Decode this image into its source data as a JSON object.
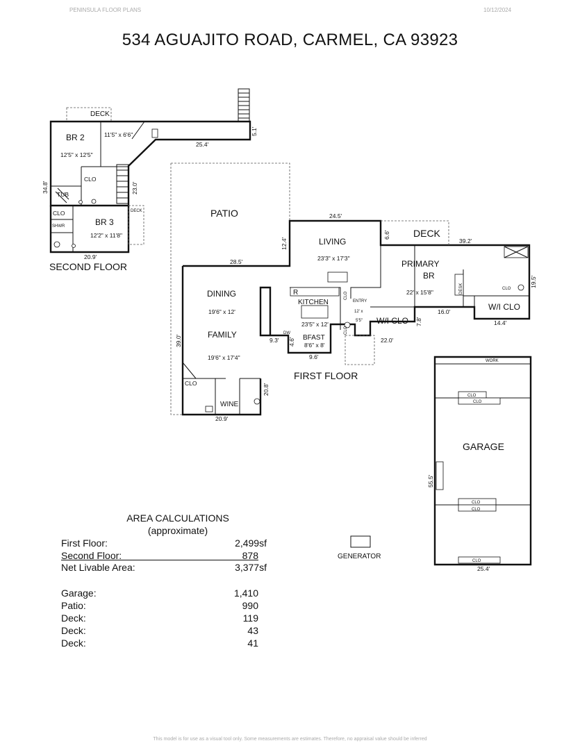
{
  "header": {
    "left": "PENINSULA FLOOR PLANS",
    "right": "10/12/2024"
  },
  "title": "534 AGUAJITO ROAD, CARMEL, CA  93923",
  "floors": {
    "second": "SECOND FLOOR",
    "first": "FIRST FLOOR"
  },
  "rooms": {
    "deck_top": "DECK",
    "br2": "BR 2",
    "br2_size": "12'5\" x 12'5\"",
    "hall_size": "11'5\" x 6'6\"",
    "clo_a": "CLO",
    "tub": "TUB",
    "clo_b": "CLO",
    "shwr": "SHWR",
    "br3": "BR 3",
    "br3_size": "12'2\" x 11'8\"",
    "deck_side": "DECK",
    "patio": "PATIO",
    "living": "LIVING",
    "living_size": "23'3\" x 17'3\"",
    "deck_mid": "DECK",
    "primary": "PRIMARY",
    "br": "BR",
    "primary_size": "22' x 15'8\"",
    "desk": "DESK",
    "clo_c": "CLO",
    "wiclo_a": "W/I CLO",
    "wiclo_b": "W/I CLO",
    "dining": "DINING",
    "dining_size": "19'6\" x 12'",
    "r": "R",
    "kitchen": "KITCHEN",
    "kitchen_size": "23'5\" x 12'",
    "clo_d": "CLO",
    "entry": "ENTRY",
    "entry_size_a": "12' x",
    "entry_size_b": "5'5\"",
    "clo_e": "CLO",
    "family": "FAMILY",
    "family_size": "19'6\" x 17'4\"",
    "dw": "DW",
    "bfast": "BFAST",
    "bfast_size": "8'6\" x 8'",
    "clo_f": "CLO",
    "wine": "WINE",
    "work": "WORK",
    "garage": "GARAGE",
    "clo_g1": "CLO",
    "clo_g2": "CLO",
    "clo_g3": "CLO",
    "clo_g4": "CLO",
    "clo_g5": "CLO",
    "generator": "GENERATOR"
  },
  "dimensions": {
    "d5_1": "5.1'",
    "d25_4a": "25.4'",
    "d34_8": "34.8'",
    "d23_0": "23.0'",
    "d20_9a": "20.9'",
    "d24_5": "24.5'",
    "d6_6": "6.6'",
    "d39_2": "39.2'",
    "d12_4": "12.4'",
    "d28_5": "28.5'",
    "d19_5": "19.5'",
    "d16_0": "16.0'",
    "d14_4": "14.4'",
    "d7_8": "7.8'",
    "d22_0": "22.0'",
    "d9_3": "9.3'",
    "d4_6": "4.6'",
    "d9_6": "9.6'",
    "d39_0": "39.0'",
    "d20_8": "20.8'",
    "d20_9b": "20.9'",
    "d55_5": "55.5'",
    "d25_4b": "25.4'"
  },
  "area": {
    "title_a": "AREA CALCULATIONS",
    "title_b": "(approximate)",
    "rows": [
      {
        "label": "First  Floor:",
        "value": "2,499sf"
      },
      {
        "label": "Second Floor:",
        "value": "878"
      },
      {
        "label": "Net Livable Area:",
        "value": "3,377sf"
      },
      {
        "label": "Garage:",
        "value": "1,410"
      },
      {
        "label": "Patio:",
        "value": "990"
      },
      {
        "label": "Deck:",
        "value": "119"
      },
      {
        "label": "Deck:",
        "value": "43"
      },
      {
        "label": "Deck:",
        "value": "41"
      }
    ]
  },
  "footer": "This model is for use as a visual tool only. Some measurements are estimates. Therefore, no appraisal value should be inferred"
}
